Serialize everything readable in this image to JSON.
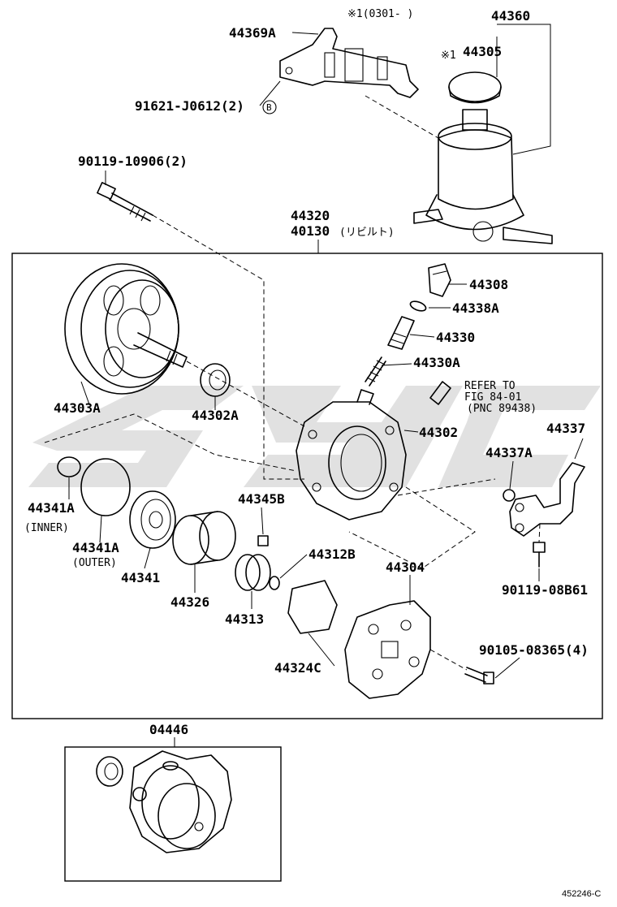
{
  "labels": {
    "p44369A": "44369A",
    "note1_header": "※1(0301-      )",
    "p44360": "44360",
    "note1_mark": "※1",
    "p44305": "44305",
    "p91621": "91621-J0612(2)",
    "circle_b": "B",
    "p90119_10906": "90119-10906(2)",
    "p44320": "44320",
    "p40130": "40130",
    "rebuilt": "(リビルト)",
    "p44308": "44308",
    "p44338A": "44338A",
    "p44330": "44330",
    "p44330A": "44330A",
    "refer1": "REFER TO",
    "refer2": "FIG 84-01",
    "refer3": "(PNC 89438)",
    "p44303A": "44303A",
    "p44302A": "44302A",
    "p44302": "44302",
    "p44337": "44337",
    "p44337A": "44337A",
    "p44341A_inner": "44341A",
    "inner": "(INNER)",
    "p44341A_outer": "44341A",
    "outer": "(OUTER)",
    "p44341": "44341",
    "p44345B": "44345B",
    "p44312B": "44312B",
    "p44304": "44304",
    "p44326": "44326",
    "p44313": "44313",
    "p90119_08B61": "90119-08B61",
    "p90105": "90105-08365(4)",
    "p44324C": "44324C",
    "p04446": "04446",
    "figure_id": "452246-C"
  },
  "colors": {
    "line": "#000000",
    "watermark": "#c8c8c8",
    "background": "#ffffff"
  }
}
